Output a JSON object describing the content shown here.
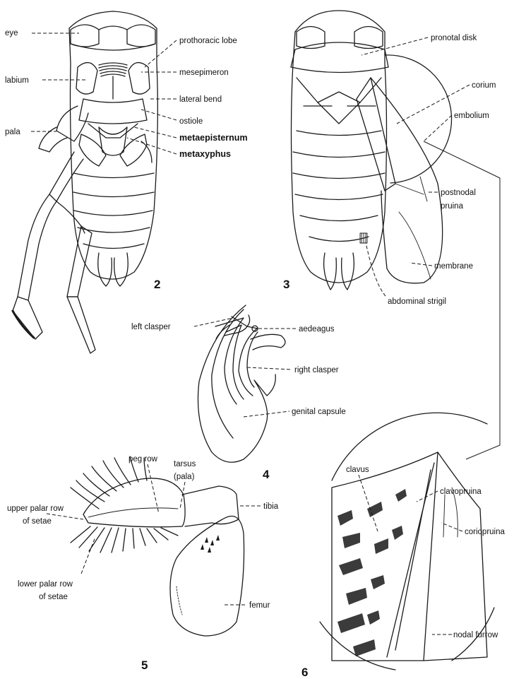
{
  "figures": {
    "fig2": {
      "number": "2",
      "labels": {
        "eye": "eye",
        "labium": "labium",
        "pala": "pala",
        "prothoracic_lobe": "prothoracic lobe",
        "mesepimeron": "mesepimeron",
        "lateral_bend": "lateral bend",
        "ostiole": "ostiole",
        "metaepisternum": "metaepisternum",
        "metaxyphus": "metaxyphus"
      }
    },
    "fig3": {
      "number": "3",
      "labels": {
        "pronotal_disk": "pronotal disk",
        "corium": "corium",
        "embolium": "embolium",
        "postnodal_pruina_1": "postnodal",
        "postnodal_pruina_2": "pruina",
        "membrane": "membrane",
        "abdominal_strigil": "abdominal strigil"
      }
    },
    "fig4": {
      "number": "4",
      "labels": {
        "left_clasper": "left clasper",
        "aedeagus": "aedeagus",
        "right_clasper": "right clasper",
        "genital_capsule": "genital capsule"
      }
    },
    "fig5": {
      "number": "5",
      "labels": {
        "peg_row": "peg row",
        "tarsus_1": "tarsus",
        "tarsus_2": "(pala)",
        "upper_palar_row_1": "upper palar row",
        "upper_palar_row_2": "of setae",
        "tibia": "tibia",
        "lower_palar_row_1": "lower palar row",
        "lower_palar_row_2": "of setae",
        "femur": "femur"
      }
    },
    "fig6": {
      "number": "6",
      "labels": {
        "clavus": "clavus",
        "clavopruina": "clavopruina",
        "coriopruina": "coriopruina",
        "nodal_furrow": "nodal furrow"
      }
    }
  }
}
